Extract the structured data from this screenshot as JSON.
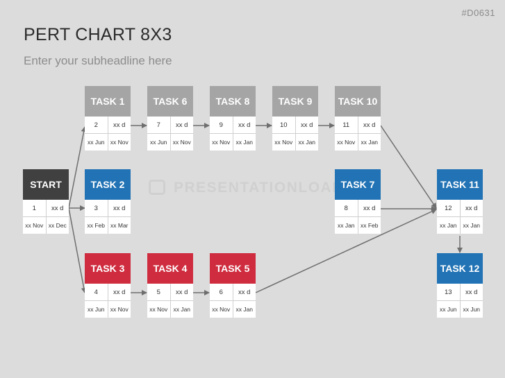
{
  "slide": {
    "code": "#D0631",
    "title": "PERT CHART 8X3",
    "subtitle": "Enter your subheadline here",
    "watermark": "PRESENTATIONLOAD"
  },
  "colors": {
    "gray": "#a5a5a5",
    "dark": "#404040",
    "blue": "#2273b5",
    "red": "#cf2d3f",
    "arrow": "#6e6e6e"
  },
  "nodes": [
    {
      "id": "task1",
      "label": "TASK 1",
      "num": "2",
      "dur": "xx d",
      "start": "xx Jun",
      "end": "xx Nov"
    },
    {
      "id": "task6",
      "label": "TASK 6",
      "num": "7",
      "dur": "xx d",
      "start": "xx Jun",
      "end": "xx Nov"
    },
    {
      "id": "task8",
      "label": "TASK 8",
      "num": "9",
      "dur": "xx d",
      "start": "xx Nov",
      "end": "xx Jan"
    },
    {
      "id": "task9",
      "label": "TASK 9",
      "num": "10",
      "dur": "xx d",
      "start": "xx Nov",
      "end": "xx Jan"
    },
    {
      "id": "task10",
      "label": "TASK 10",
      "num": "11",
      "dur": "xx d",
      "start": "xx Nov",
      "end": "xx Jan"
    },
    {
      "id": "start",
      "label": "START",
      "num": "1",
      "dur": "xx d",
      "start": "xx Nov",
      "end": "xx Dec"
    },
    {
      "id": "task2",
      "label": "TASK 2",
      "num": "3",
      "dur": "xx d",
      "start": "xx Feb",
      "end": "xx Mar"
    },
    {
      "id": "task7",
      "label": "TASK 7",
      "num": "8",
      "dur": "xx d",
      "start": "xx Jan",
      "end": "xx Feb"
    },
    {
      "id": "task11",
      "label": "TASK 11",
      "num": "12",
      "dur": "xx d",
      "start": "xx Jan",
      "end": "xx Jan"
    },
    {
      "id": "task3",
      "label": "TASK 3",
      "num": "4",
      "dur": "xx d",
      "start": "xx Jun",
      "end": "xx Nov"
    },
    {
      "id": "task4",
      "label": "TASK 4",
      "num": "5",
      "dur": "xx d",
      "start": "xx Nov",
      "end": "xx Jan"
    },
    {
      "id": "task5",
      "label": "TASK 5",
      "num": "6",
      "dur": "xx d",
      "start": "xx Nov",
      "end": "xx Jan"
    },
    {
      "id": "task12",
      "label": "TASK 12",
      "num": "13",
      "dur": "xx d",
      "start": "xx Jun",
      "end": "xx Jun"
    }
  ]
}
